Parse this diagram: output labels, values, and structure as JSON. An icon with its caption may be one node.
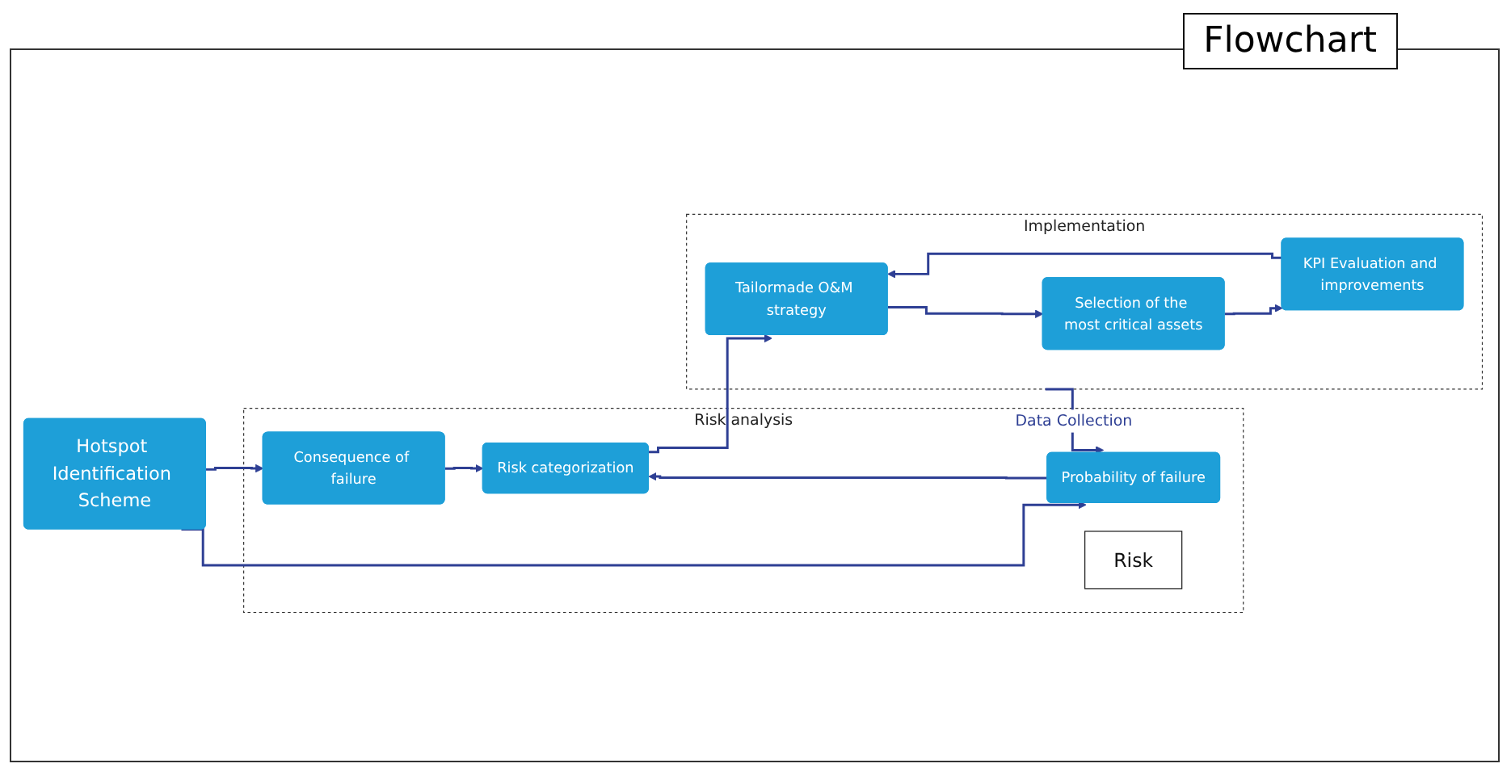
{
  "diagram": {
    "title": "Flowchart",
    "nodes": [
      {
        "text": [
          "Hotspot Identification Scheme"
        ]
      },
      {
        "text": [
          "Risk analysis"
        ]
      },
      {
        "text": [
          "Consequence of failure"
        ],
        "in": 1
      },
      {
        "text": [
          "Risk"
        ],
        "in": 1
      },
      {
        "text": [
          "Probability of failure"
        ],
        "in": 1
      },
      {
        "text": [
          "Risk categorization"
        ],
        "in": 1
      },
      {
        "text": [
          "Implementation"
        ]
      },
      {
        "text": [
          "Tailormade O&M strategy"
        ],
        "in": 6
      },
      {
        "text": [
          "Selection of the most critical assets"
        ],
        "in": 6
      },
      {
        "text": [
          "KPI Evaluation and improvements"
        ],
        "in": 6
      }
    ],
    "edges": [
      {
        "from": 0,
        "to": 2,
        "arrow": "to"
      },
      {
        "from": 0,
        "to": 4,
        "arrow": "to"
      },
      {
        "from": 2,
        "to": 5,
        "arrow": "to"
      },
      {
        "from": 4,
        "to": 5,
        "arrow": "to"
      },
      {
        "from": 5,
        "to": 7,
        "arrow": "to"
      },
      {
        "from": 7,
        "to": 8,
        "arrow": "to"
      },
      {
        "from": 8,
        "to": 9,
        "arrow": "to"
      },
      {
        "from": 9,
        "to": 7,
        "arrow": "to"
      },
      {
        "from": 6,
        "to": 4,
        "label": "Data Collection",
        "arrow": "to"
      }
    ]
  }
}
